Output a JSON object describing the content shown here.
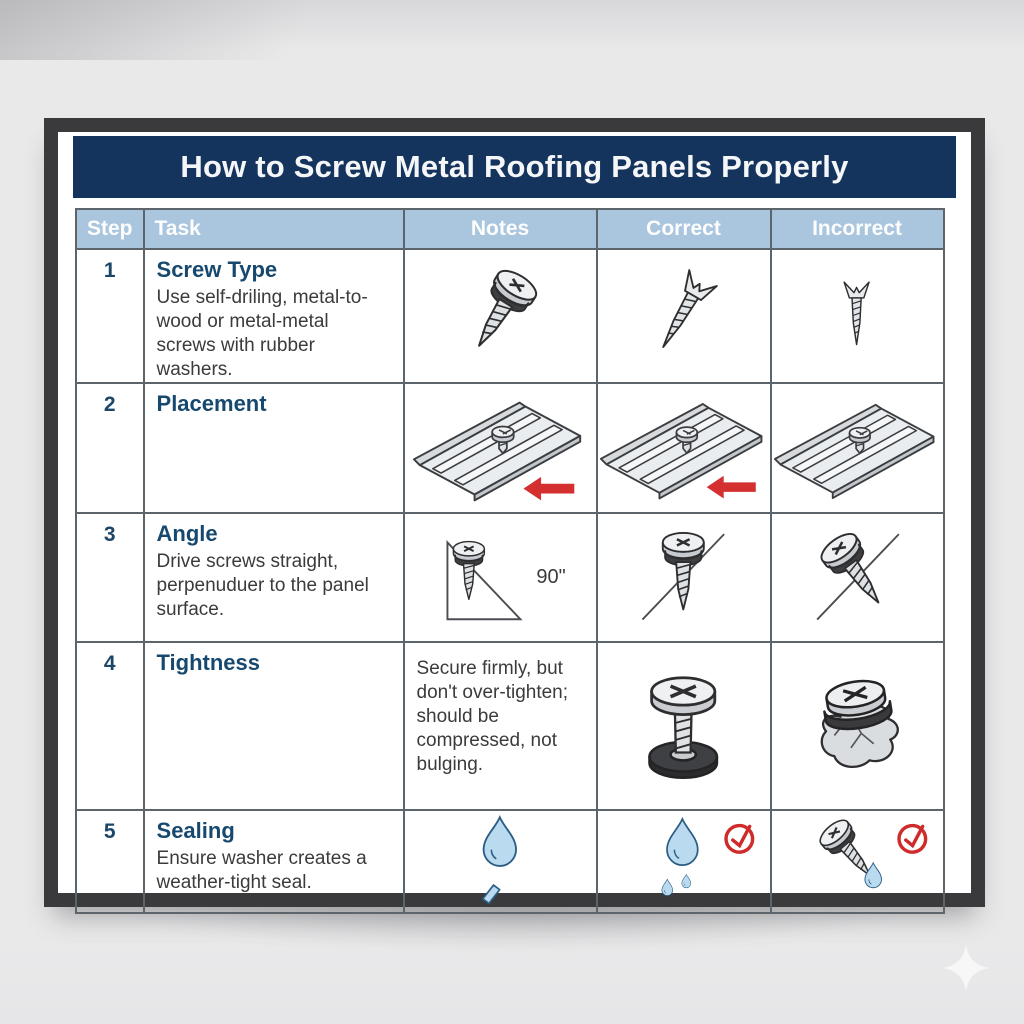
{
  "poster": {
    "title": "How to Screw Metal Roofing Panels Properly",
    "columns": {
      "step": "Step",
      "task": "Task",
      "notes": "Notes",
      "correct": "Correct",
      "incorrect": "Incorrect"
    },
    "rows": [
      {
        "step": "1",
        "task_title": "Screw Type",
        "task_text": "Use self-driling, metal-to-wood or metal-metal screws with rubber washers.",
        "icons": {
          "notes": "screw-with-rubber-washer",
          "correct": "self-drilling-screw-angled",
          "incorrect": "thin-screw-vertical"
        }
      },
      {
        "step": "2",
        "task_title": "Placement",
        "icons": {
          "notes": "roof-panel-screw-red-arrow",
          "correct": "roof-panel-screw-red-arrow",
          "incorrect": "roof-panel-screw"
        }
      },
      {
        "step": "3",
        "task_title": "Angle",
        "task_text": "Drive screws straight, perpenuduer to the panel surface.",
        "angle_label": "90\"",
        "icons": {
          "notes": "screw-right-angle-triangle",
          "correct": "screw-perpendicular-line",
          "incorrect": "screw-tilted-line"
        }
      },
      {
        "step": "4",
        "task_title": "Tightness",
        "notes_text": "Secure firmly, but don't over-tighten; should be compressed, not bulging.",
        "icons": {
          "correct": "screw-washer-compressed",
          "incorrect": "screw-washer-bulging"
        }
      },
      {
        "step": "5",
        "task_title": "Sealing",
        "task_text": "Ensure washer creates a weather-tight seal.",
        "icons": {
          "notes": "water-droplet-slash",
          "correct": "water-droplets-red-check",
          "incorrect": "screw-droplet-red-check"
        }
      }
    ]
  },
  "colors": {
    "frame": "#3a3a3c",
    "title_band": "#14345e",
    "column_header": "#a9c6de",
    "heading_text": "#17496f",
    "body_text": "#3b3b3b",
    "red_accent": "#d3302f",
    "droplet_blue": "#badaf0"
  }
}
